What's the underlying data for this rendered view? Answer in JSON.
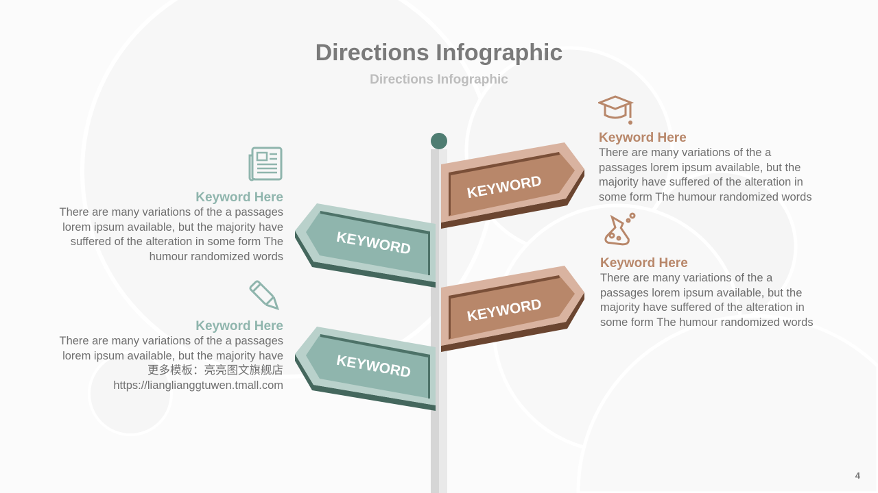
{
  "title": "Directions Infographic",
  "subtitle": "Directions Infographic",
  "page_number": "4",
  "signs": [
    "KEYWORD",
    "KEYWORD",
    "KEYWORD",
    "KEYWORD"
  ],
  "blocks": [
    {
      "heading": "Keyword Here",
      "body": "There are many variations of the a passages lorem ipsum available, but the majority have suffered  of the alteration in some form  The humour randomized words",
      "icon": "newspaper-icon"
    },
    {
      "heading": "Keyword Here",
      "body": "There are many variations of the a passages lorem ipsum available, but the majority have更多模板：亮亮图文旗舰店 https://lianglianggtuwen.tmall.com",
      "icon": "pencil-icon"
    },
    {
      "heading": "Keyword Here",
      "body": "There are many variations of the a passages lorem ipsum available, but the majority have suffered  of the alteration in some form  The humour randomized words",
      "icon": "graduation-cap-icon"
    },
    {
      "heading": "Keyword Here",
      "body": "There are many variations of the a passages lorem ipsum available, but the majority have suffered  of the alteration in some form  The humour randomized words",
      "icon": "flask-icon"
    }
  ],
  "colors": {
    "teal": "#8fb5ad",
    "brown": "#b8876a",
    "pole_top": "#4f7d72"
  }
}
